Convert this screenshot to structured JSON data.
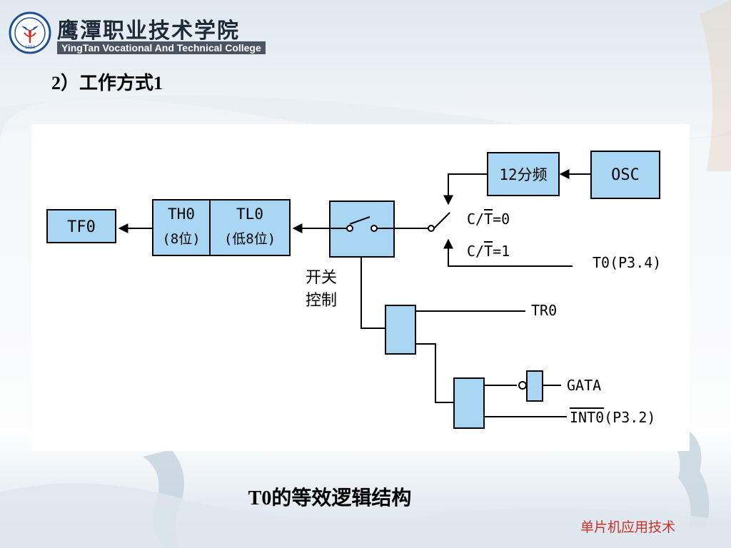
{
  "header": {
    "logo_cn": "鹰潭职业技术学院",
    "logo_en": "YingTan Vocational And Technical College",
    "emblem_year": "1958",
    "section_title": "2）工作方式1"
  },
  "diagram": {
    "tf0": "TF0",
    "th0_line1": "TH0",
    "th0_line2": "(8位)",
    "tl0_line1": "TL0",
    "tl0_line2": "(低8位)",
    "divider": "12分频",
    "osc": "OSC",
    "ct0_prefix": "C/",
    "ct0_t": "T",
    "ct0_suffix": "=0",
    "ct1_prefix": "C/",
    "ct1_t": "T",
    "ct1_suffix": "=1",
    "t0_pin": "T0(P3.4)",
    "switch_label_1": "开关",
    "switch_label_2": "控制",
    "tr0": "TR0",
    "gata": "GATA",
    "int0_name": "INT0",
    "int0_pin": "(P3.2)"
  },
  "caption": "T0的等效逻辑结构",
  "footer_tag": "单片机应用技术",
  "colors": {
    "box_fill": "#a9d7f3",
    "line": "#000000",
    "footer": "#c8322a"
  }
}
